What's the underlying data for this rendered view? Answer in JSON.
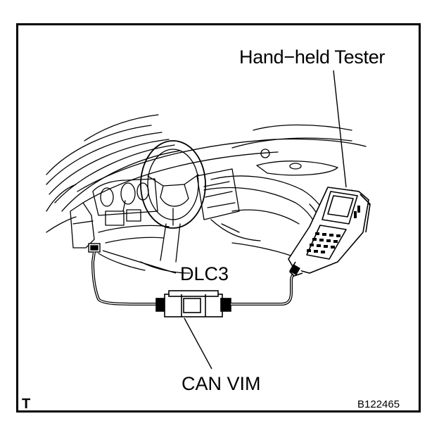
{
  "labels": {
    "tester": "Hand−held Tester",
    "dlc3": "DLC3",
    "can_vim": "CAN VIM",
    "corner_mark": "T",
    "figure_code": "B122465"
  },
  "colors": {
    "ink": "#000000",
    "paper": "#ffffff"
  }
}
